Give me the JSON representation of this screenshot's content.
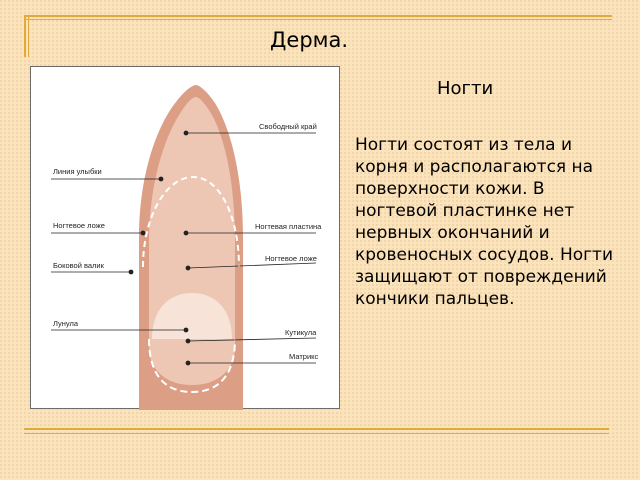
{
  "page": {
    "title": "Дерма."
  },
  "section": {
    "heading": "Ногти",
    "text": "Ногти состоят из тела и корня и располагаются на поверхности кожи. В ногтевой пластинке нет нервных окончаний и кровеносных сосудов. Ногти защищают от повреждений кончики пальцев."
  },
  "diagram": {
    "labels": {
      "free_edge": "Свободный край",
      "smile_line": "Линия улыбки",
      "nail_bed": "Ногтевое ложе",
      "nail_plate": "Ногтевая пластина",
      "side_fold": "Боковой валик",
      "hyponychium": "Ногтевое ложе",
      "lunula": "Лунула",
      "cuticle": "Кутикула",
      "matrix": "Матрикс"
    },
    "colors": {
      "skin": "#dc9f86",
      "nail": "#edc7b4",
      "guide": "#ffffff",
      "frame": "#e2a93c"
    }
  }
}
